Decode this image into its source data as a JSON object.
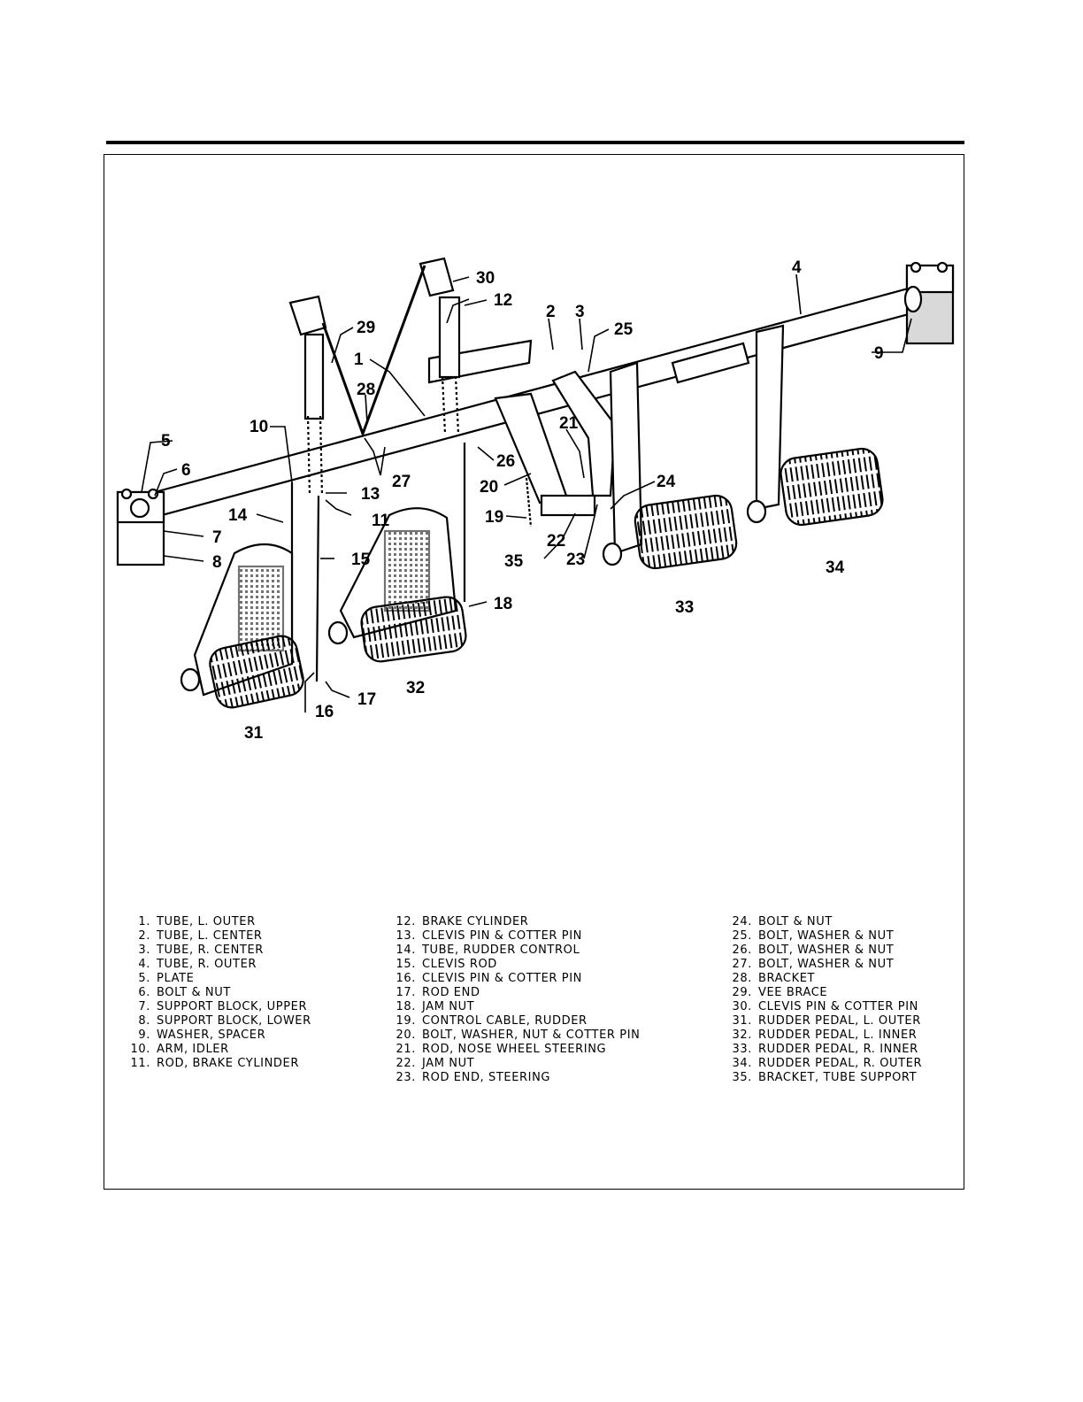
{
  "callouts": [
    {
      "id": "c1",
      "text": "1"
    },
    {
      "id": "c2",
      "text": "2"
    },
    {
      "id": "c3",
      "text": "3"
    },
    {
      "id": "c4",
      "text": "4"
    },
    {
      "id": "c5",
      "text": "5"
    },
    {
      "id": "c6",
      "text": "6"
    },
    {
      "id": "c7",
      "text": "7"
    },
    {
      "id": "c8",
      "text": "8"
    },
    {
      "id": "c9",
      "text": "9"
    },
    {
      "id": "c10",
      "text": "10"
    },
    {
      "id": "c11",
      "text": "11"
    },
    {
      "id": "c12",
      "text": "12"
    },
    {
      "id": "c13",
      "text": "13"
    },
    {
      "id": "c14",
      "text": "14"
    },
    {
      "id": "c15",
      "text": "15"
    },
    {
      "id": "c16",
      "text": "16"
    },
    {
      "id": "c17",
      "text": "17"
    },
    {
      "id": "c18",
      "text": "18"
    },
    {
      "id": "c19",
      "text": "19"
    },
    {
      "id": "c20",
      "text": "20"
    },
    {
      "id": "c21",
      "text": "21"
    },
    {
      "id": "c22",
      "text": "22"
    },
    {
      "id": "c23",
      "text": "23"
    },
    {
      "id": "c24",
      "text": "24"
    },
    {
      "id": "c25",
      "text": "25"
    },
    {
      "id": "c26",
      "text": "26"
    },
    {
      "id": "c27",
      "text": "27"
    },
    {
      "id": "c28",
      "text": "28"
    },
    {
      "id": "c29",
      "text": "29"
    },
    {
      "id": "c30",
      "text": "30"
    },
    {
      "id": "c31",
      "text": "31"
    },
    {
      "id": "c32",
      "text": "32"
    },
    {
      "id": "c33",
      "text": "33"
    },
    {
      "id": "c34",
      "text": "34"
    },
    {
      "id": "c35",
      "text": "35"
    }
  ],
  "parts": [
    {
      "num": "1.",
      "name": "TUBE, L. OUTER"
    },
    {
      "num": "2.",
      "name": "TUBE, L. CENTER"
    },
    {
      "num": "3.",
      "name": "TUBE, R. CENTER"
    },
    {
      "num": "4.",
      "name": "TUBE, R. OUTER"
    },
    {
      "num": "5.",
      "name": "PLATE"
    },
    {
      "num": "6.",
      "name": "BOLT & NUT"
    },
    {
      "num": "7.",
      "name": "SUPPORT BLOCK, UPPER"
    },
    {
      "num": "8.",
      "name": "SUPPORT BLOCK, LOWER"
    },
    {
      "num": "9.",
      "name": "WASHER, SPACER"
    },
    {
      "num": "10.",
      "name": "ARM, IDLER"
    },
    {
      "num": "11.",
      "name": "ROD, BRAKE CYLINDER"
    },
    {
      "num": "12.",
      "name": "BRAKE CYLINDER"
    },
    {
      "num": "13.",
      "name": "CLEVIS PIN & COTTER PIN"
    },
    {
      "num": "14.",
      "name": "TUBE, RUDDER CONTROL"
    },
    {
      "num": "15.",
      "name": "CLEVIS ROD"
    },
    {
      "num": "16.",
      "name": "CLEVIS PIN & COTTER PIN"
    },
    {
      "num": "17.",
      "name": "ROD END"
    },
    {
      "num": "18.",
      "name": "JAM NUT"
    },
    {
      "num": "19.",
      "name": "CONTROL CABLE, RUDDER"
    },
    {
      "num": "20.",
      "name": "BOLT, WASHER, NUT & COTTER PIN"
    },
    {
      "num": "21.",
      "name": "ROD, NOSE WHEEL STEERING"
    },
    {
      "num": "22.",
      "name": "JAM NUT"
    },
    {
      "num": "23.",
      "name": "ROD END, STEERING"
    },
    {
      "num": "24.",
      "name": "BOLT & NUT"
    },
    {
      "num": "25.",
      "name": "BOLT, WASHER & NUT"
    },
    {
      "num": "26.",
      "name": "BOLT, WASHER & NUT"
    },
    {
      "num": "27.",
      "name": "BOLT, WASHER & NUT"
    },
    {
      "num": "28.",
      "name": "BRACKET"
    },
    {
      "num": "29.",
      "name": "VEE BRACE"
    },
    {
      "num": "30.",
      "name": "CLEVIS PIN & COTTER PIN"
    },
    {
      "num": "31.",
      "name": "RUDDER PEDAL, L. OUTER"
    },
    {
      "num": "32.",
      "name": "RUDDER PEDAL, L. INNER"
    },
    {
      "num": "33.",
      "name": "RUDDER PEDAL, R. INNER"
    },
    {
      "num": "34.",
      "name": "RUDDER PEDAL, R. OUTER"
    },
    {
      "num": "35.",
      "name": "BRACKET, TUBE SUPPORT"
    }
  ],
  "colors": {
    "ink": "#000000",
    "paper": "#ffffff",
    "shade": "#d9d9d9"
  }
}
